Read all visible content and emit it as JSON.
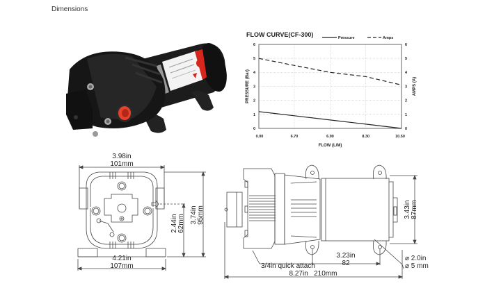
{
  "page": {
    "title": "Dimensions"
  },
  "product_photo": {
    "alt": "CF-300 diaphragm pump product photo",
    "colors": {
      "body": "#1a1a1a",
      "port": "#e8412c",
      "label": "#f2f2f2",
      "logo": "#d8261c"
    }
  },
  "chart_data": {
    "type": "line",
    "title": "FLOW CURVE(CF-300)",
    "xlabel": "FLOW (L/M)",
    "ylabel": "PRESSURE (Bar)",
    "y2label": "AMPS (A)",
    "categories": [
      "0.00",
      "6.70",
      "6.90",
      "8.30",
      "10.50"
    ],
    "ylim": [
      0,
      6
    ],
    "y2lim": [
      0,
      6
    ],
    "yticks": [
      "0",
      "1",
      "2",
      "3",
      "4",
      "5",
      "6"
    ],
    "y2ticks": [
      "0",
      "1",
      "2",
      "3",
      "4",
      "5",
      "6"
    ],
    "grid": true,
    "legend_position": "top-right",
    "series": [
      {
        "name": "Pressure",
        "style": "solid",
        "axis": "left",
        "values": [
          1.2,
          0.9,
          0.6,
          0.3,
          0.0
        ]
      },
      {
        "name": "Amps",
        "style": "dashed",
        "axis": "right",
        "values": [
          5.0,
          4.5,
          4.0,
          3.7,
          3.1
        ]
      }
    ]
  },
  "front_view": {
    "top_width_in": "3.98in",
    "top_width_mm": "101mm",
    "bottom_width_in": "4.21in",
    "bottom_width_mm": "107mm",
    "port_height_in": "2.44in",
    "port_height_mm": "62mm",
    "total_height_in": "3.74in",
    "total_height_mm": "95mm"
  },
  "side_view": {
    "quick_attach": "3/4in quick attach",
    "mount_spacing_in": "3.23in",
    "mount_spacing_mm": "82",
    "total_length": "8.27in   210mm",
    "motor_height_in": "3.43in",
    "motor_height_mm": "87mm",
    "hole_dia_in": "⌀ 2.0in",
    "hole_dia_mm": "⌀ 5 mm"
  }
}
